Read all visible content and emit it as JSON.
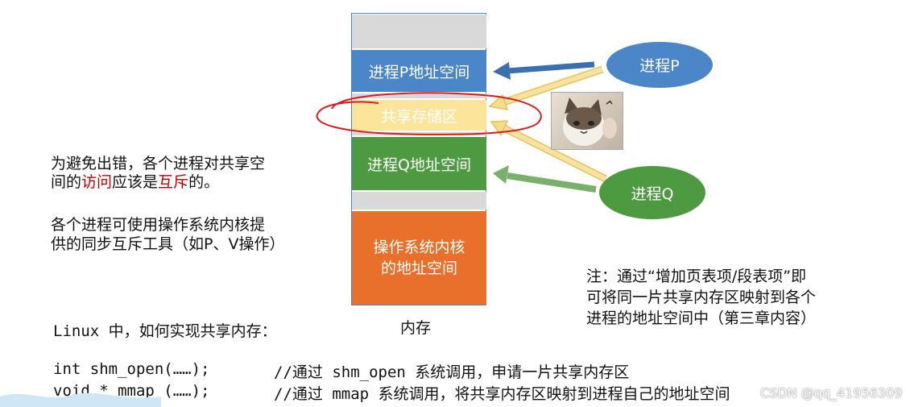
{
  "left_text": {
    "para1_line1": "为避免出错，各个进程对共享空",
    "para1_line2_a": "间的",
    "para1_line2_b": "访问",
    "para1_line2_c": "应该是",
    "para1_line2_d": "互斥",
    "para1_line2_e": "的。",
    "para2_line1": "各个进程可使用操作系统内核提",
    "para2_line2": "供的同步互斥工具（如P、V操作）"
  },
  "memory": {
    "label": "内存",
    "process_p_space": "进程P地址空间",
    "shared_area": "共享存储区",
    "process_q_space": "进程Q地址空间",
    "kernel_space_line1": "操作系统内核",
    "kernel_space_line2": "的地址空间"
  },
  "processes": {
    "p": "进程P",
    "q": "进程Q"
  },
  "note": {
    "line1": "注：通过“增加页表项/段表项”即",
    "line2": "可将同一片共享内存区映射到各个",
    "line3": "进程的地址空间中（第三章内容）"
  },
  "code": {
    "intro": "Linux 中，如何实现共享内存：",
    "line1_code": "int shm_open(……);",
    "line1_comment": "//通过 shm_open 系统调用，申请一片共享内存区",
    "line2_code": "void * mmap (……);",
    "line2_comment": "//通过 mmap 系统调用，将共享内存区映射到进程自己的地址空间"
  },
  "watermark": "CSDN @qq_41956309",
  "colors": {
    "blue_block": "#4a86c8",
    "shared_block": "#fbe59a",
    "green_block": "#4e9a40",
    "kernel_block": "#e8702a",
    "gray_block": "#d9d9d9",
    "red_ellipse": "#d81e1e",
    "arrow_blue": "#3c6fb0",
    "arrow_yellow": "#f3dc8a",
    "arrow_green": "#7bb06a"
  }
}
